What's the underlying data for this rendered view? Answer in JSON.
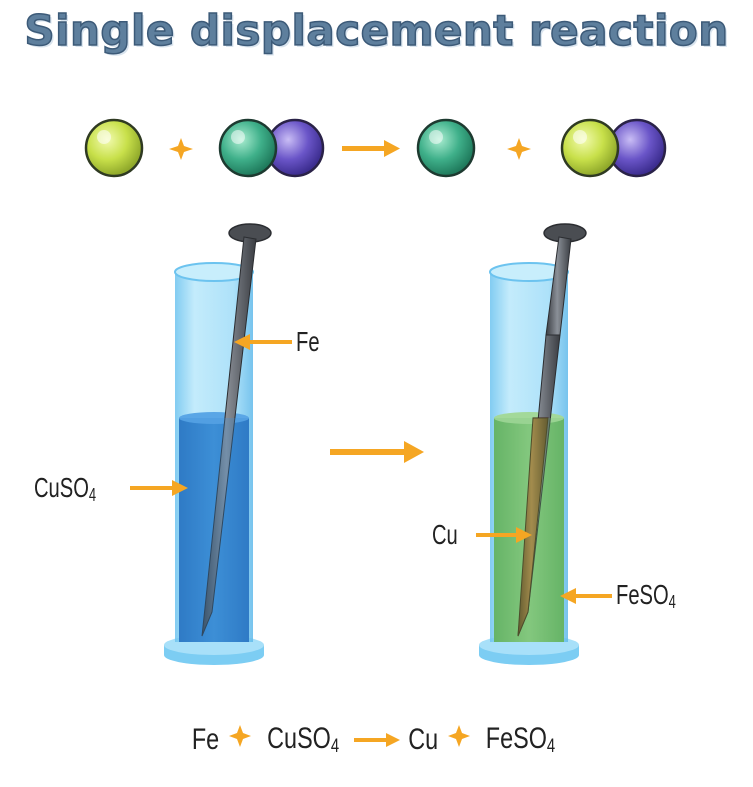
{
  "title": "Single displacement reaction",
  "labels": {
    "left_nail": "Fe",
    "left_solution_main": "CuSO",
    "left_solution_sub": "4",
    "right_coating": "Cu",
    "right_solution_main": "FeSO",
    "right_solution_sub": "4"
  },
  "equation": {
    "reactant1": "Fe",
    "reactant2_main": "CuSO",
    "reactant2_sub": "4",
    "product1": "Cu",
    "product2_main": "FeSO",
    "product2_sub": "4"
  },
  "colors": {
    "atom_a": "#c8e04a",
    "atom_b": "#3fb08a",
    "atom_c": "#6a55c8",
    "plus_and_arrows": "#f5a623",
    "blue_solution": "#3d8fd6",
    "green_solution": "#7cc27a",
    "tube_glass": "#8fd3f5",
    "iron_nail": "#5a5e66",
    "copper_coating": "#8a5a2b"
  }
}
